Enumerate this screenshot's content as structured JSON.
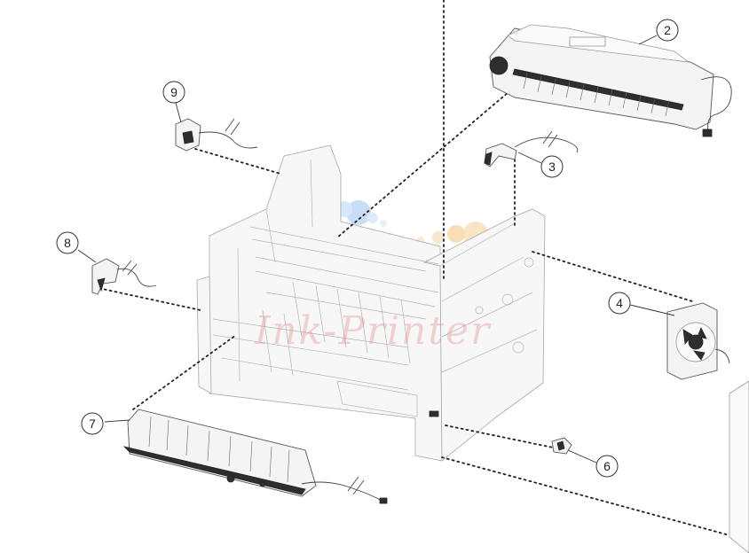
{
  "callouts": [
    {
      "id": "1",
      "label": "2"
    },
    {
      "id": "2",
      "label": "3"
    },
    {
      "id": "3",
      "label": "4"
    },
    {
      "id": "4",
      "label": "6"
    },
    {
      "id": "5",
      "label": "7"
    },
    {
      "id": "6",
      "label": "8"
    },
    {
      "id": "7",
      "label": "9"
    }
  ],
  "colors": {
    "line": "#222222",
    "part_stroke": "#555555",
    "frame_stroke": "#a8a8a8",
    "watermark_blue": "#9ec3f0",
    "watermark_orange": "#f5c27a",
    "watermark_red": "#e08a8a"
  },
  "watermark": {
    "text": "Ink-Printer"
  }
}
